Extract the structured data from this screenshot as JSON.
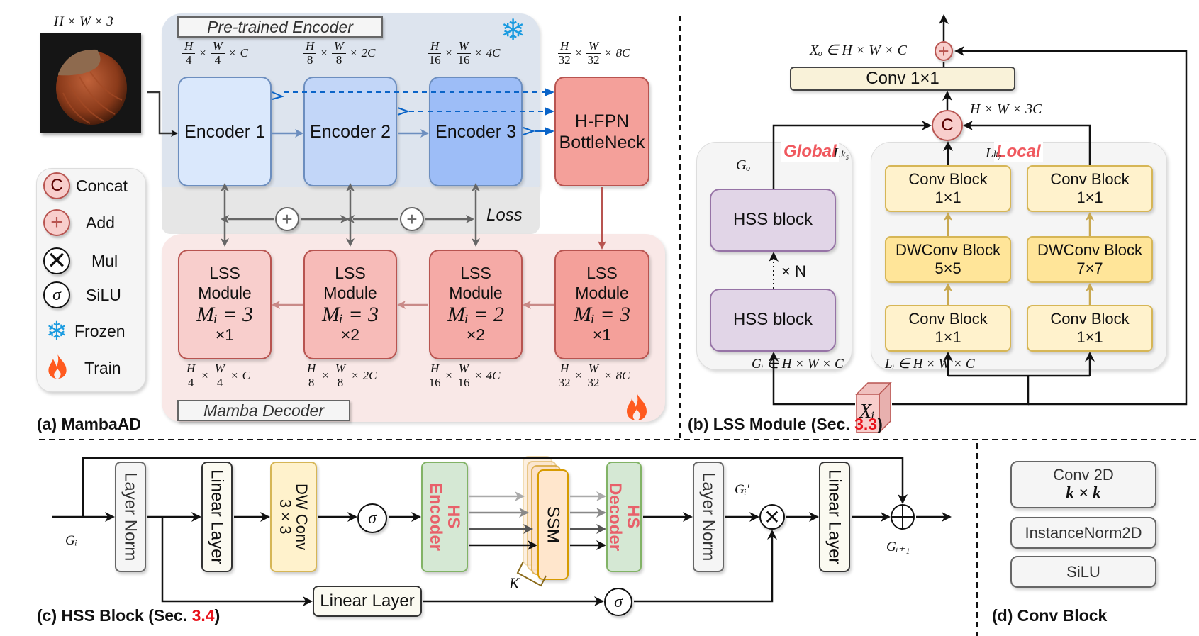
{
  "panel_a": {
    "input_label": "H × W × 3",
    "encoder_title": "Pre-trained  Encoder",
    "decoder_title": "Mamba Decoder",
    "caption": "(a) MambaAD",
    "loss_label": "Loss",
    "encoders": [
      {
        "label": "Encoder 1",
        "dim": {
          "h": "H",
          "hd": "4",
          "w": "W",
          "wd": "4",
          "c": "C"
        }
      },
      {
        "label": "Encoder 2",
        "dim": {
          "h": "H",
          "hd": "8",
          "w": "W",
          "wd": "8",
          "c": "2C"
        }
      },
      {
        "label": "Encoder 3",
        "dim": {
          "h": "H",
          "hd": "16",
          "w": "W",
          "wd": "16",
          "c": "4C"
        }
      }
    ],
    "bottleneck": {
      "line1": "H-FPN",
      "line2": "BottleNeck",
      "dim": {
        "h": "H",
        "hd": "32",
        "w": "W",
        "wd": "32",
        "c": "8C"
      }
    },
    "lss_modules": [
      {
        "line1": "LSS",
        "line2": "Module",
        "mi": "Mᵢ = 3",
        "repeat": "×1",
        "dim": {
          "h": "H",
          "hd": "4",
          "w": "W",
          "wd": "4",
          "c": "C"
        }
      },
      {
        "line1": "LSS",
        "line2": "Module",
        "mi": "Mᵢ = 3",
        "repeat": "×2",
        "dim": {
          "h": "H",
          "hd": "8",
          "w": "W",
          "wd": "8",
          "c": "2C"
        }
      },
      {
        "line1": "LSS",
        "line2": "Module",
        "mi": "Mᵢ = 2",
        "repeat": "×2",
        "dim": {
          "h": "H",
          "hd": "16",
          "w": "W",
          "wd": "16",
          "c": "4C"
        }
      },
      {
        "line1": "LSS",
        "line2": "Module",
        "mi": "Mᵢ = 3",
        "repeat": "×1",
        "dim": {
          "h": "H",
          "hd": "32",
          "w": "W",
          "wd": "32",
          "c": "8C"
        }
      }
    ],
    "legend": [
      {
        "icon": "concat-icon",
        "symbol": "C",
        "label": "Concat"
      },
      {
        "icon": "add-icon",
        "symbol": "+",
        "label": "Add"
      },
      {
        "icon": "mul-icon",
        "symbol": "⊗",
        "label": "Mul"
      },
      {
        "icon": "silu-icon",
        "symbol": "σ",
        "label": "SiLU"
      },
      {
        "icon": "snowflake-icon",
        "symbol": "❄",
        "label": "Frozen"
      },
      {
        "icon": "flame-icon",
        "symbol": "🔥",
        "label": "Train"
      }
    ],
    "add_symbol": "+"
  },
  "panel_b": {
    "caption_prefix": "(b) LSS Module (Sec. ",
    "caption_ref": "3.3",
    "caption_suffix": ")",
    "output_label": "Xₒ ∈ H × W × C",
    "conv1x1": "Conv 1×1",
    "concat_label": "H × W × 3C",
    "concat_symbol": "C",
    "add_symbol": "+",
    "global_tag": "Global",
    "local_tag": "Local",
    "go_label": "Gₒ",
    "lk5_label": "L",
    "lk5_sub": "k₅",
    "lk7_label": "L",
    "lk7_sub": "k₇",
    "hss_blocks": [
      "HSS block",
      "HSS block"
    ],
    "repeat_n": "× N",
    "gi_label": "Gᵢ ∈ H × W × C",
    "li_label": "Lᵢ ∈ H × W × C",
    "xi_label": "Xᵢ",
    "branch5": [
      {
        "line1": "Conv Block",
        "line2": "1×1"
      },
      {
        "line1": "DWConv Block",
        "line2": "5×5"
      },
      {
        "line1": "Conv Block",
        "line2": "1×1"
      }
    ],
    "branch7": [
      {
        "line1": "Conv Block",
        "line2": "1×1"
      },
      {
        "line1": "DWConv Block",
        "line2": "7×7"
      },
      {
        "line1": "Conv Block",
        "line2": "1×1"
      }
    ]
  },
  "panel_c": {
    "caption_prefix": "(c) HSS Block (Sec. ",
    "caption_ref": "3.4",
    "caption_suffix": ")",
    "gi_label": "Gᵢ",
    "gi_prime_label": "Gᵢ′",
    "gi1_label": "Gᵢ₊₁",
    "layer_norm_1": "Layer Norm",
    "linear_1": "Linear Layer",
    "dwconv_line1": "DW Conv",
    "dwconv_line2": "3×3",
    "sigma": "σ",
    "hs_encoder_1": "HS",
    "hs_encoder_2": "Encoder",
    "ssm": "SSM",
    "k_label": "K",
    "hs_decoder_1": "HS",
    "hs_decoder_2": "Decoder",
    "layer_norm_2": "Layer Norm",
    "linear_2": "Linear Layer",
    "linear_bottom": "Linear Layer",
    "mul_symbol": "⊗",
    "add_symbol": "⊕"
  },
  "panel_d": {
    "caption": "(d) Conv Block",
    "conv2d_line1": "Conv 2D",
    "conv2d_line2": "k × k",
    "instancenorm": "InstanceNorm2D",
    "silu": "SiLU"
  },
  "colors": {
    "encoder_panel": "#dde4ee",
    "decoder_panel": "#f9e8e7",
    "loss_bg": "#e6e6e6",
    "encoder1": "#dae8fc",
    "encoder2": "#c2d6f8",
    "encoder3": "#9dbdf7",
    "bottleneck": "#f4a09a",
    "accent_red": "#e8121b",
    "tag_red": "#f0595f"
  }
}
